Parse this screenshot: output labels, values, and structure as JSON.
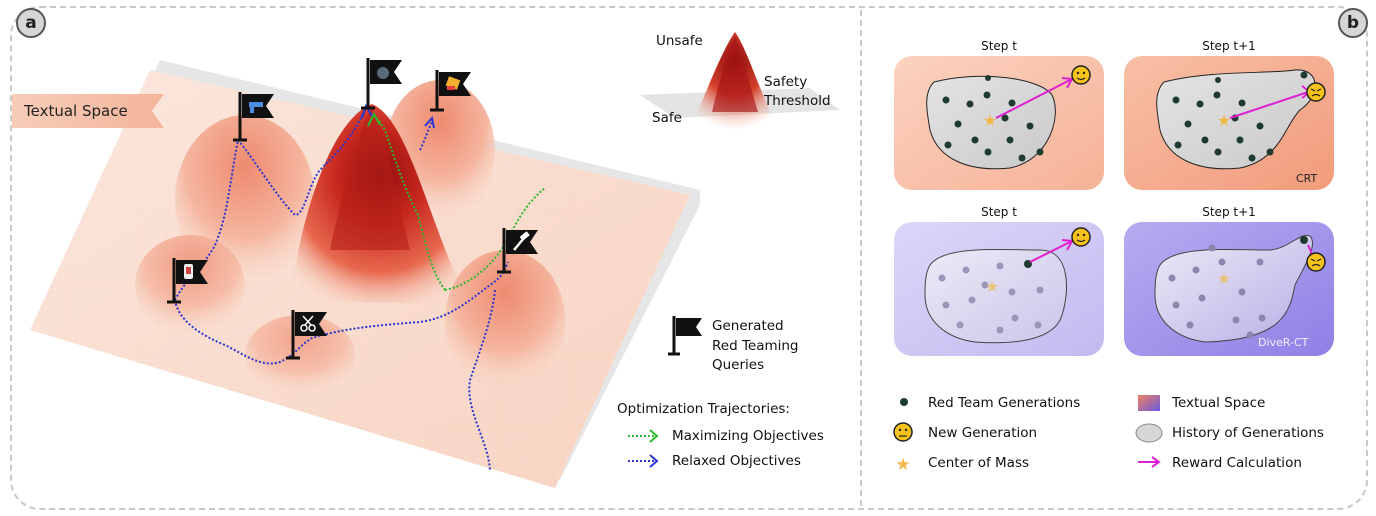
{
  "panel_a": {
    "badge": "a",
    "textual_space_tag": "Textual Space",
    "peak_inset": {
      "unsafe": "Unsafe",
      "safe": "Safe",
      "threshold_line1": "Safety",
      "threshold_line2": "Threshold"
    },
    "flag_legend": {
      "line1": "Generated",
      "line2": "Red Teaming",
      "line3": "Queries"
    },
    "trajectory_legend": {
      "title": "Optimization Trajectories:",
      "maximizing": "Maximizing Objectives",
      "relaxed": "Relaxed Objectives"
    },
    "colors": {
      "maximizing": "#2db82d",
      "relaxed": "#2a35d0",
      "peak": "#c8281e",
      "terrain": "#f4c9b4"
    },
    "flag_icons": [
      "gun-icon",
      "bomb-icon",
      "lighter-icon",
      "hammer-icon",
      "scissors-icon",
      "phone-icon"
    ]
  },
  "panel_b": {
    "badge": "b",
    "cards": [
      {
        "title": "Step t",
        "tag": ""
      },
      {
        "title": "Step t+1",
        "tag": "CRT"
      },
      {
        "title": "Step t",
        "tag": ""
      },
      {
        "title": "Step t+1",
        "tag": "DiveR-CT"
      }
    ],
    "legend": {
      "red_team": "Red Team Generations",
      "new_generation": "New Generation",
      "center_of_mass": "Center of Mass",
      "textual_space": "Textual Space",
      "history": "History of Generations",
      "reward": "Reward Calculation"
    },
    "colors": {
      "crt_bg": "#f6b59a",
      "diver_bg": "#c9c2f2",
      "reward": "#e020d0",
      "dot": "#1f3a30",
      "star": "#f2b84a"
    }
  }
}
